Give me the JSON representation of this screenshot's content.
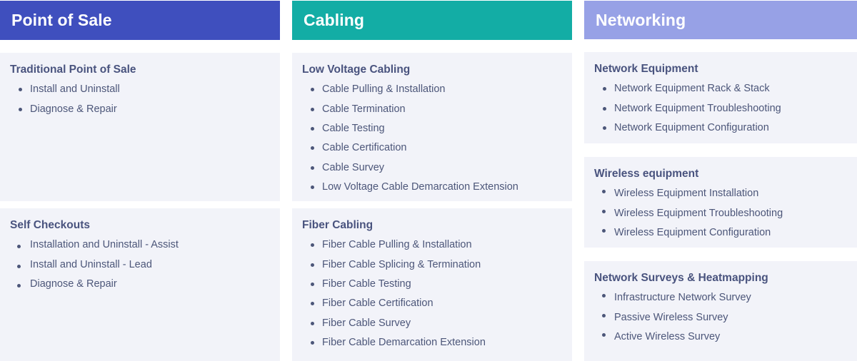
{
  "theme": {
    "pos_header_color": "#3f4fbe",
    "cabling_header_color": "#13ada5",
    "networking_header_color": "#97a1e6",
    "card_background": "#f2f3f9",
    "text_color": "#4c5679",
    "heading_color": "#49537e",
    "page_background": "#ffffff"
  },
  "columns": [
    {
      "title": "Point of Sale",
      "cards": [
        {
          "title": "Traditional Point of Sale",
          "items": [
            "Install and Uninstall",
            "Diagnose & Repair"
          ]
        },
        {
          "title": "Self Checkouts",
          "items": [
            "Installation and Uninstall - Assist",
            "Install and Uninstall - Lead",
            "Diagnose & Repair"
          ]
        }
      ]
    },
    {
      "title": "Cabling",
      "cards": [
        {
          "title": "Low Voltage Cabling",
          "items": [
            "Cable Pulling & Installation",
            "Cable Termination",
            "Cable Testing",
            "Cable Certification",
            "Cable Survey",
            "Low Voltage Cable Demarcation Extension"
          ]
        },
        {
          "title": "Fiber Cabling",
          "items": [
            "Fiber Cable Pulling & Installation",
            "Fiber Cable Splicing & Termination",
            "Fiber Cable Testing",
            "Fiber Cable Certification",
            "Fiber Cable Survey",
            "Fiber Cable Demarcation Extension"
          ]
        }
      ]
    },
    {
      "title": "Networking",
      "cards": [
        {
          "title": "Network Equipment",
          "items": [
            "Network Equipment Rack & Stack",
            "Network Equipment Troubleshooting",
            "Network Equipment Configuration"
          ]
        },
        {
          "title": "Wireless equipment",
          "items": [
            "Wireless Equipment Installation",
            "Wireless Equipment Troubleshooting",
            "Wireless Equipment Configuration"
          ]
        },
        {
          "title": "Network Surveys & Heatmapping",
          "items": [
            "Infrastructure Network Survey",
            "Passive Wireless Survey",
            "Active Wireless Survey"
          ]
        }
      ]
    }
  ]
}
